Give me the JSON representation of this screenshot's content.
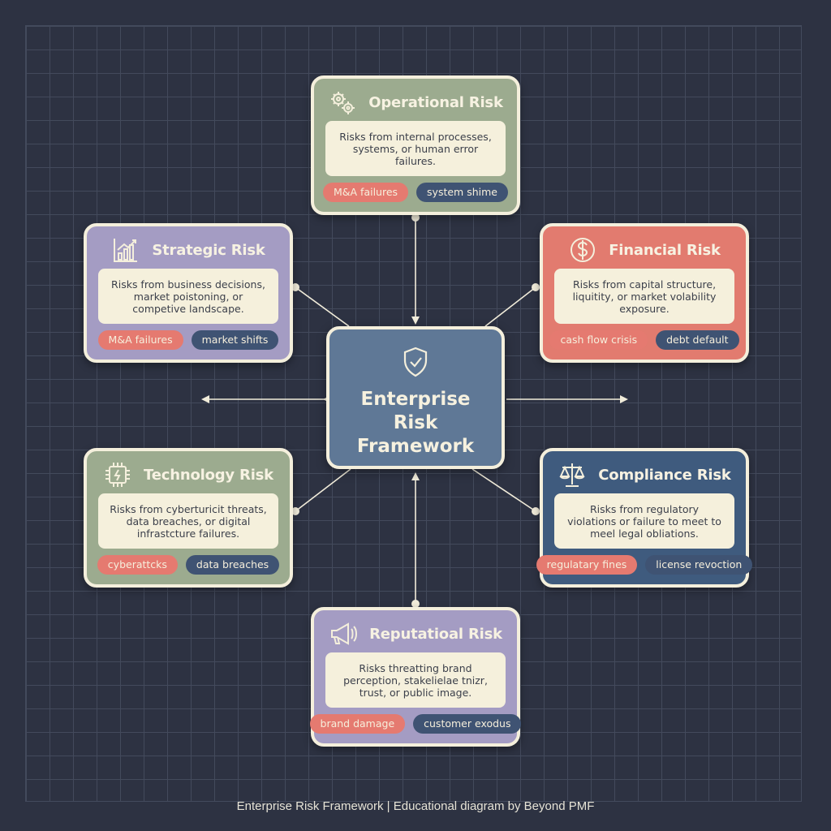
{
  "center": {
    "title": "Enterprise Risk Framework",
    "icon": "shield-check-icon"
  },
  "cards": {
    "operational": {
      "title": "Operational Risk",
      "icon": "gears-icon",
      "description": "Risks from internal processes, systems, or human error failures.",
      "tags": [
        "M&A failures",
        "system shime"
      ]
    },
    "strategic": {
      "title": "Strategic Risk",
      "icon": "bar-chart-icon",
      "description": "Risks from business decisions, market poistoning, or competive landscape.",
      "tags": [
        "M&A failures",
        "market shifts"
      ]
    },
    "financial": {
      "title": "Financial Risk",
      "icon": "dollar-icon",
      "description": "Risks from capital structure, liquitity, or market volability exposure.",
      "tags": [
        "cash flow crisis",
        "debt default"
      ]
    },
    "technology": {
      "title": "Technology Risk",
      "icon": "chip-icon",
      "description": "Risks from cyberturicit threats, data breaches, or digital infrastcture failures.",
      "tags": [
        "cyberattcks",
        "data breaches"
      ]
    },
    "compliance": {
      "title": "Compliance Risk",
      "icon": "scales-icon",
      "description": "Risks from regulatory violations or failure to meet to meel legal obliations.",
      "tags": [
        "regulatary fines",
        "license revoction"
      ]
    },
    "reputational": {
      "title": "Reputatioal Risk",
      "icon": "megaphone-icon",
      "description": "Risks threatting brand perception, stakelielae tnizr, trust, or public image.",
      "tags": [
        "brand damage",
        "customer exodus"
      ]
    }
  },
  "footer": "Enterprise Risk Framework | Educational diagram by Beyond PMF",
  "colors": {
    "background": "#2d3242",
    "green": "#9cab8f",
    "purple": "#a49cc3",
    "salmon": "#e27b6f",
    "navy": "#3f5b7e",
    "center": "#5f7896",
    "cream": "#f4efdc"
  }
}
